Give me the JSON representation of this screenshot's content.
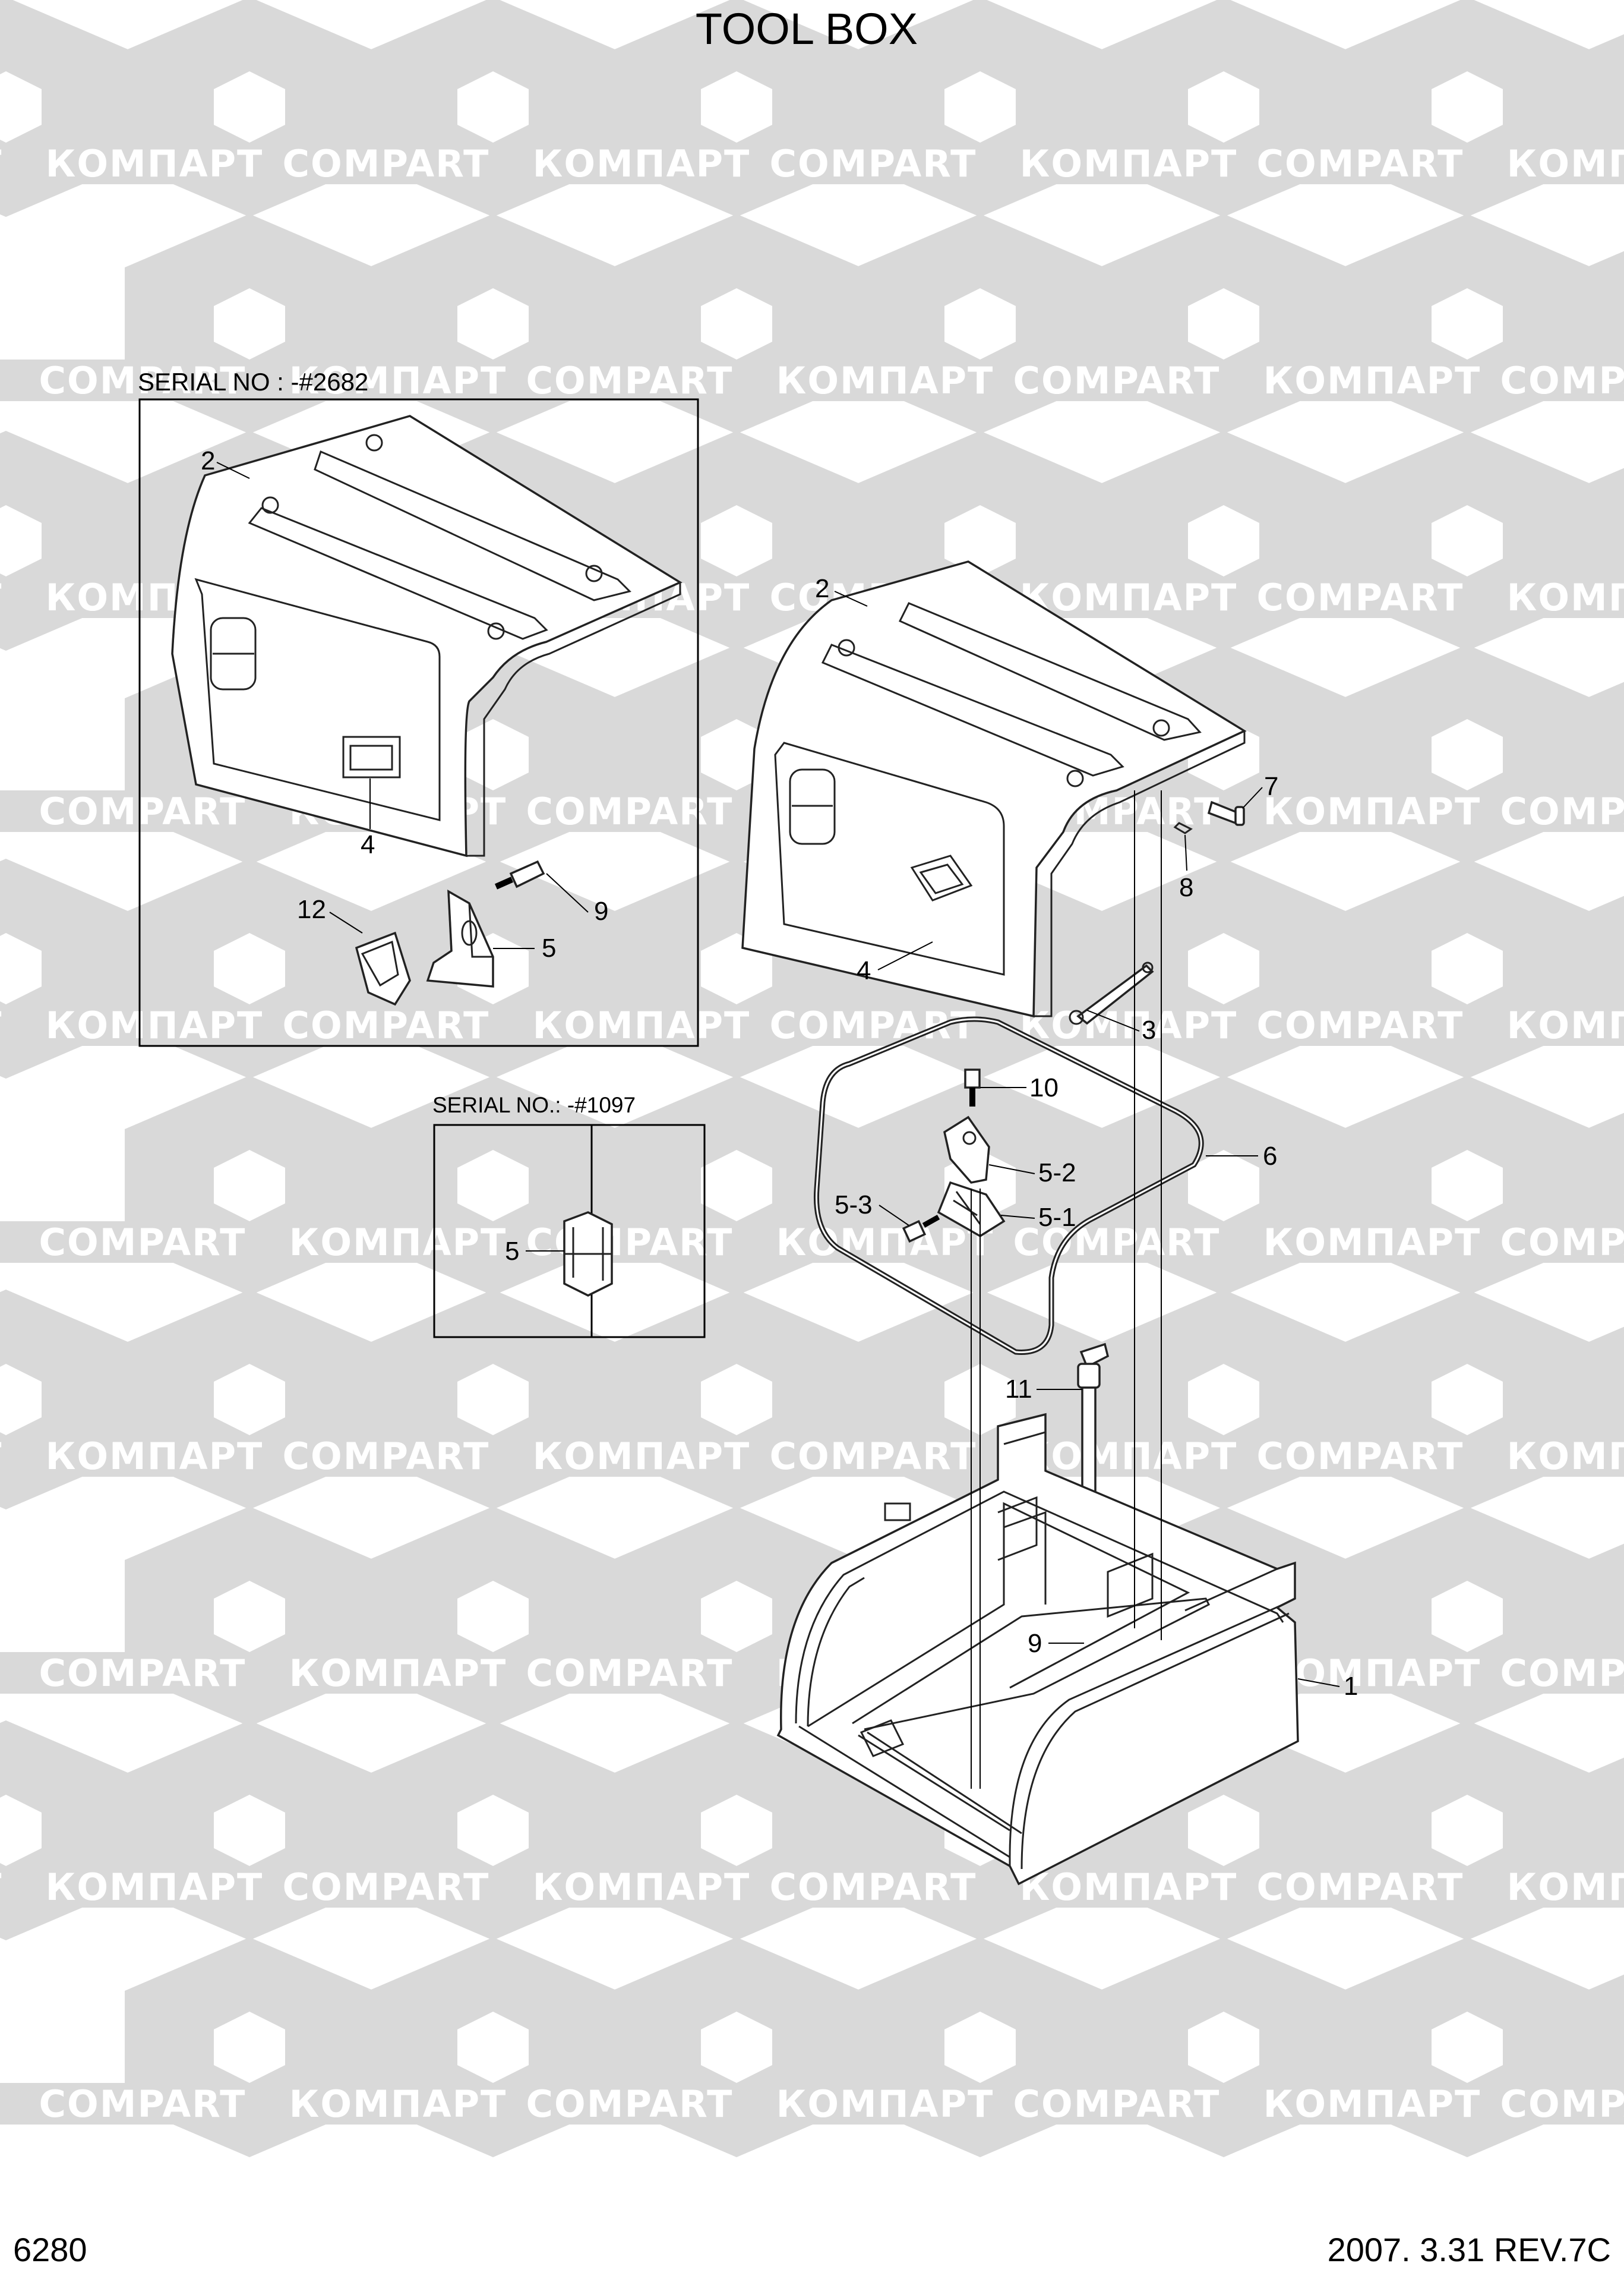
{
  "title": "TOOL BOX",
  "page_number": "6280",
  "revision": "2007. 3.31  REV.7C",
  "watermark": {
    "word_cyrillic": "КОМПАРТ",
    "word_latin": "COMPART",
    "color": "#d9d9d9"
  },
  "insets": {
    "top": {
      "serial": "SERIAL NO : -#2682"
    },
    "middle": {
      "serial": "SERIAL NO.: -#1097"
    }
  },
  "callouts": {
    "inset_top": {
      "c2": "2",
      "c4": "4",
      "c12": "12",
      "c9": "9",
      "c5": "5"
    },
    "inset_mid": {
      "c5": "5"
    },
    "main": {
      "c2": "2",
      "c7": "7",
      "c8": "8",
      "c4": "4",
      "c3": "3",
      "c10": "10",
      "c6": "6",
      "c5_2": "5-2",
      "c5_3": "5-3",
      "c5_1": "5-1",
      "c11": "11",
      "c9": "9",
      "c1": "1"
    }
  }
}
